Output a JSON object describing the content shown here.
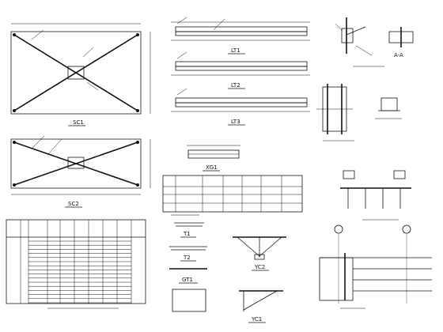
{
  "labels": {
    "sc1": "SC1",
    "sc2": "SC2",
    "lt1": "LT1",
    "lt2": "LT2",
    "lt3": "LT3",
    "xg1": "XG1",
    "t1": "T1",
    "t2": "T2",
    "gt1": "GT1",
    "yc2": "YC2",
    "yc1": "YC1",
    "section_aa": "A-A"
  },
  "colors": {
    "ink": "#111111",
    "paper": "#ffffff"
  }
}
